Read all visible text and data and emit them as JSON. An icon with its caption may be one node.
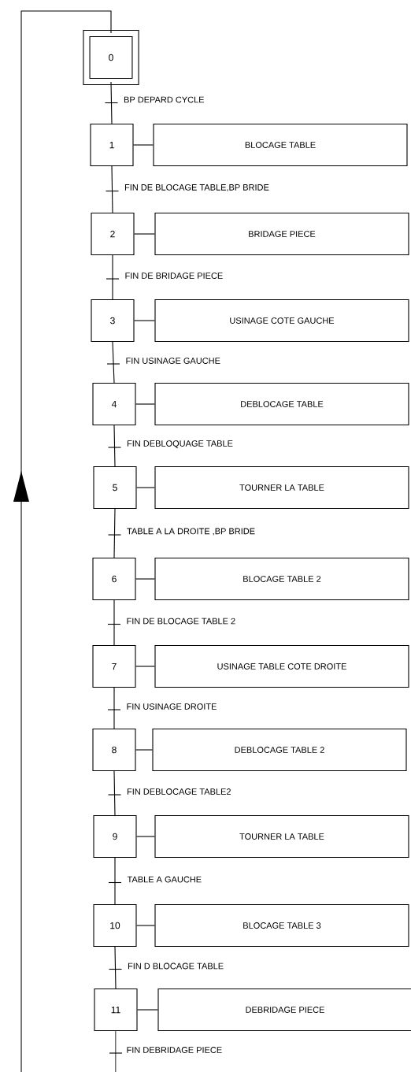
{
  "diagram": {
    "nodes": [
      {
        "text": [
          "0"
        ]
      },
      {
        "text": [
          "1"
        ]
      },
      {
        "text": [
          "BLOCAGE TABLE"
        ]
      },
      {
        "text": [
          "2"
        ]
      },
      {
        "text": [
          "BRIDAGE PIECE"
        ]
      },
      {
        "text": [
          "3"
        ]
      },
      {
        "text": [
          "USINAGE COTE GAUCHE"
        ]
      },
      {
        "text": [
          "4"
        ]
      },
      {
        "text": [
          "DEBLOCAGE TABLE"
        ]
      },
      {
        "text": [
          "5"
        ]
      },
      {
        "text": [
          "TOURNER LA TABLE"
        ]
      },
      {
        "text": [
          "6"
        ]
      },
      {
        "text": [
          "BLOCAGE TABLE 2"
        ]
      },
      {
        "text": [
          "7"
        ]
      },
      {
        "text": [
          "USINAGE TABLE COTE DROITE"
        ]
      },
      {
        "text": [
          "8"
        ]
      },
      {
        "text": [
          "DEBLOCAGE TABLE 2"
        ]
      },
      {
        "text": [
          "9"
        ]
      },
      {
        "text": [
          "TOURNER LA TABLE"
        ]
      },
      {
        "text": [
          "10"
        ]
      },
      {
        "text": [
          "BLOCAGE TABLE 3"
        ]
      },
      {
        "text": [
          "11"
        ]
      },
      {
        "text": [
          "DEBRIDAGE PIECE"
        ]
      }
    ],
    "edges": [
      {
        "from": 0,
        "to": 1,
        "arrow": "none",
        "label": "BP DEPARD CYCLE"
      },
      {
        "from": 1,
        "to": 2,
        "arrow": "none"
      },
      {
        "from": 1,
        "to": 3,
        "arrow": "none",
        "label": "FIN DE BLOCAGE TABLE,BP BRIDE"
      },
      {
        "from": 3,
        "to": 4,
        "arrow": "none"
      },
      {
        "from": 3,
        "to": 5,
        "arrow": "none",
        "label": "FIN DE BRIDAGE PIECE"
      },
      {
        "from": 5,
        "to": 6,
        "arrow": "none"
      },
      {
        "from": 5,
        "to": 7,
        "arrow": "none",
        "label": "FIN USINAGE GAUCHE"
      },
      {
        "from": 7,
        "to": 8,
        "arrow": "none"
      },
      {
        "from": 7,
        "to": 9,
        "arrow": "none",
        "label": "FIN DEBLOQUAGE TABLE"
      },
      {
        "from": 9,
        "to": 10,
        "arrow": "none"
      },
      {
        "from": 9,
        "to": 11,
        "arrow": "none",
        "label": "TABLE A LA DROITE ,BP BRIDE"
      },
      {
        "from": 11,
        "to": 12,
        "arrow": "none"
      },
      {
        "from": 11,
        "to": 13,
        "arrow": "none",
        "label": "FIN DE BLOCAGE TABLE 2"
      },
      {
        "from": 13,
        "to": 14,
        "arrow": "none"
      },
      {
        "from": 13,
        "to": 15,
        "arrow": "none",
        "label": "FIN USINAGE DROITE"
      },
      {
        "from": 15,
        "to": 16,
        "arrow": "none"
      },
      {
        "from": 15,
        "to": 17,
        "arrow": "none",
        "label": "FIN DEBLOCAGE TABLE2"
      },
      {
        "from": 17,
        "to": 18,
        "arrow": "none"
      },
      {
        "from": 17,
        "to": 19,
        "arrow": "none",
        "label": "TABLE A GAUCHE"
      },
      {
        "from": 19,
        "to": 20,
        "arrow": "none"
      },
      {
        "from": 19,
        "to": 21,
        "arrow": "none",
        "label": "FIN D BLOCAGE TABLE"
      },
      {
        "from": 21,
        "to": 22,
        "arrow": "none"
      },
      {
        "from": 21,
        "to": 0,
        "arrow": "to",
        "label": "FIN DEBRIDAGE PIECE"
      }
    ]
  }
}
